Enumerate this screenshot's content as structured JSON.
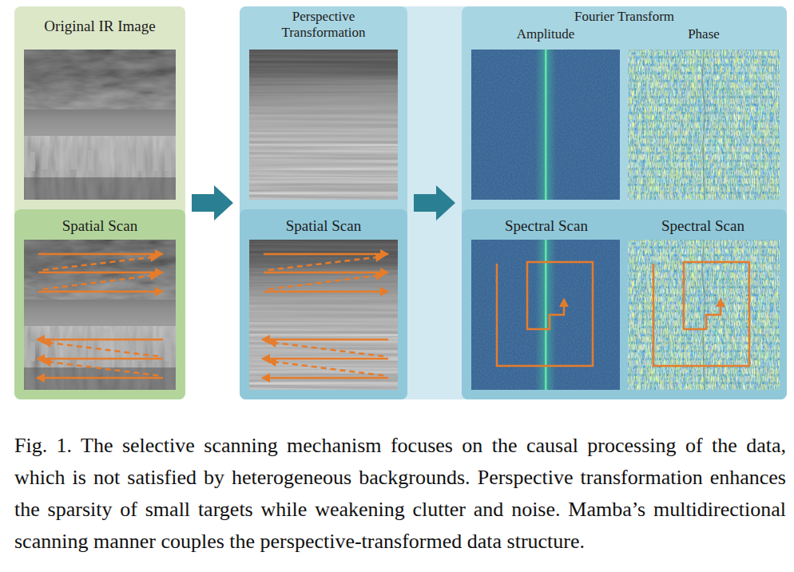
{
  "diagram": {
    "caption": "Fig. 1. The selective scanning mechanism focuses on the causal processing of the data, which is not satisfied by heterogeneous backgrounds. Perspective transformation enhances the sparsity of small targets while weakening clutter and noise. Mamba’s multidirectional scanning manner couples the perspective-transformed data structure.",
    "nodes": [
      {
        "text": [
          "Original IR Image"
        ]
      },
      {
        "text": [
          "Spatial Scan"
        ],
        "in": 0
      },
      {
        "text": [
          "Perspective Transformation"
        ]
      },
      {
        "text": [
          "Spatial Scan"
        ],
        "in": 2
      },
      {
        "text": [
          "Fourier Transform"
        ]
      },
      {
        "text": [
          "Amplitude"
        ],
        "in": 4
      },
      {
        "text": [
          "Phase"
        ],
        "in": 4
      },
      {
        "text": [
          "Spectral Scan",
          "Spectral Scan"
        ],
        "in": 4
      }
    ],
    "edges": [
      {
        "from": 0,
        "to": 2,
        "arrow": "to"
      },
      {
        "from": 2,
        "to": 4,
        "arrow": "to"
      }
    ]
  }
}
